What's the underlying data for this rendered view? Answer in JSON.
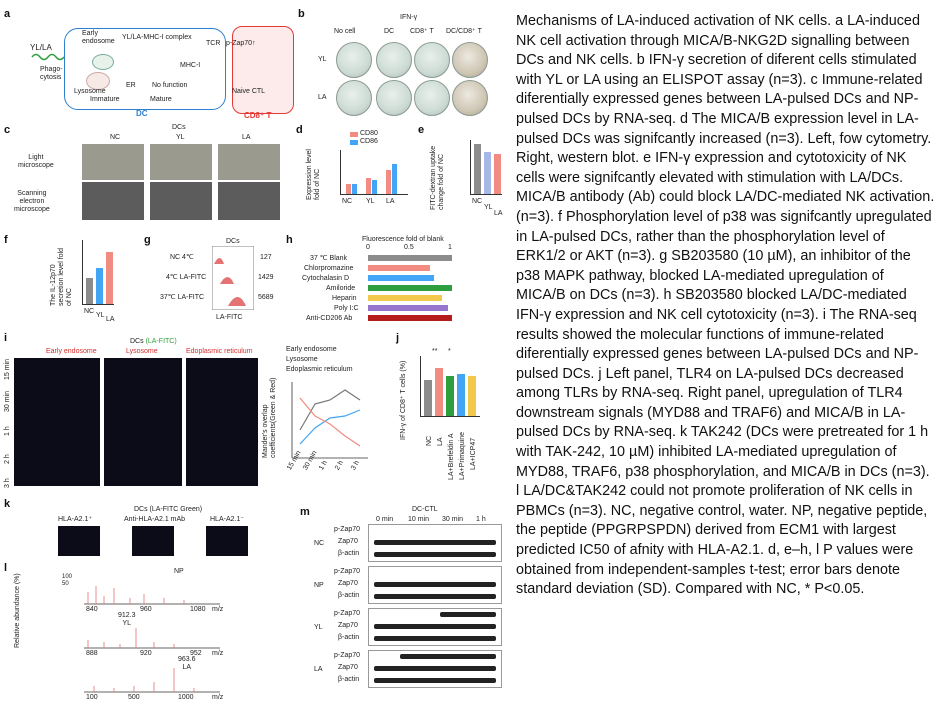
{
  "panels": {
    "a": {
      "label": "a",
      "yl_la": "YL/LA",
      "phagocytosis": "Phago-\ncytosis",
      "early_endosome": "Early\nendosome",
      "complex": "YL/LA-MHC-I complex",
      "lysosome": "Lysosome",
      "er": "ER",
      "no_function": "No function",
      "immature": "Immature",
      "mature": "Mature",
      "mhc": "MHC-I",
      "tcr": "TCR",
      "pzap": "p-Zap70↑",
      "naive": "Naive CTL",
      "dc": "DC",
      "cd8": "CD8⁺ T",
      "colors": {
        "dc_box": "#2f7fd0",
        "cd8_box": "#e53935"
      }
    },
    "b": {
      "label": "b",
      "title": "IFN-γ",
      "cols": [
        "No cell",
        "DC",
        "CD8⁺ T",
        "DC/CD8⁺ T"
      ],
      "rows": [
        "YL",
        "LA"
      ]
    },
    "c": {
      "label": "c",
      "title": "DCs",
      "cols": [
        "NC",
        "YL",
        "LA"
      ],
      "rows": [
        "Light\nmicroscope",
        "Scanning\nelectron\nmicroscope"
      ]
    },
    "d": {
      "label": "d",
      "ylabel": "Expression level\nfold of NC",
      "legend": [
        "CD80",
        "CD86"
      ],
      "categories": [
        "NC",
        "YL",
        "LA"
      ],
      "colors": [
        "#f28b82",
        "#42a5f5"
      ]
    },
    "e": {
      "label": "e",
      "ylabel": "FITC-dextran uptake\nchange fold of NC",
      "categories": [
        "NC",
        "YL",
        "LA"
      ]
    },
    "f": {
      "label": "f",
      "ylabel": "The IL-12p70\nsecretion level fold\nof NC",
      "categories": [
        "NC",
        "YL",
        "LA"
      ]
    },
    "g": {
      "label": "g",
      "title": "DCs",
      "rows": [
        "NC 4℃",
        "4℃ LA-FITC",
        "37℃ LA-FITC"
      ],
      "values": [
        "127",
        "1429",
        "5689"
      ],
      "xlabel": "LA-FITC"
    },
    "h": {
      "label": "h",
      "title": "Fluorescence fold of blank",
      "ticks": [
        "0",
        "0.5",
        "1"
      ],
      "rows": [
        "37 ℃ Blank",
        "Chlorpromazine",
        "Cytochalasin D",
        "Amiloride",
        "Heparin",
        "Poly I:C",
        "Anti-CD206 Ab"
      ]
    },
    "i": {
      "label": "i",
      "title_prefix": "DCs ",
      "title_green": "(LA-FITC)",
      "cols": [
        "Early endosome",
        "Lysosome",
        "Edoplasmic reticulum"
      ],
      "rows": [
        "15 min",
        "30 min",
        "1 h",
        "2 h",
        "3 h"
      ],
      "legend": [
        "Early endosome",
        "Lysosome",
        "Edoplasmic reticulum"
      ],
      "ylabel": "Mander's overlap\ncoefficients(Green & Red)",
      "xticks": [
        "15 min",
        "30 min",
        "1 h",
        "2 h",
        "3 h"
      ]
    },
    "j": {
      "label": "j",
      "ylabel": "IFN-γ of CD8⁺ T cells (%)",
      "categories": [
        "NC",
        "LA",
        "LA+Brefeldin A",
        "LA+Primaquine",
        "LA+ICP47"
      ],
      "sig": [
        "**",
        "*"
      ]
    },
    "k": {
      "label": "k",
      "title": "DCs (LA-FITC Green)",
      "cols": [
        "HLA-A2.1⁺",
        "Anti-HLA-A2.1 mAb",
        "HLA-A2.1⁻"
      ]
    },
    "l": {
      "label": "l",
      "ylabel": "Relative abundance (%)",
      "spectra": [
        {
          "name": "NP",
          "ticks": [
            "840",
            "960",
            "1080"
          ],
          "unit": "m/z"
        },
        {
          "name": "912.3\nYL",
          "ticks": [
            "888",
            "920",
            "952"
          ],
          "unit": "m/z"
        },
        {
          "name": "963.6\nLA",
          "ticks": [
            "100",
            "500",
            "1000"
          ],
          "unit": "m/z"
        }
      ],
      "ytick": "100\n50"
    },
    "m": {
      "label": "m",
      "title": "DC-CTL",
      "times": [
        "0 min",
        "10 min",
        "30 min",
        "1 h"
      ],
      "groups": [
        "NC",
        "NP",
        "YL",
        "LA"
      ],
      "bands": [
        "p-Zap70",
        "Zap70",
        "β-actin"
      ]
    }
  },
  "caption": "Mechanisms of LA-induced activation of NK cells. a LA-induced NK cell activation through MICA/B-NKG2D signalling between DCs and NK cells. b IFN-γ secretion of diferent cells stimulated with YL or LA using an ELISPOT assay (n=3). c Immune-related diferentially expressed genes between LA-pulsed DCs and NP-pulsed DCs by RNA-seq. d The MICA/B expression level in LA-pulsed DCs was signifcantly increased (n=3). Left, fow cytometry. Right, western blot. e IFN-γ expression and cytotoxicity of NK cells were signifcantly elevated with stimulation with LA/DCs. MICA/B antibody (Ab) could block LA/DC-mediated NK activation. (n=3). f Phosphorylation level of p38 was signifcantly upregulated in LA-pulsed DCs, rather than the phosphorylation level of ERK1/2 or AKT (n=3). g SB203580 (10 µM), an inhibitor of the p38 MAPK pathway, blocked LA-mediated upregulation of MICA/B on DCs (n=3). h SB203580 blocked LA/DC-mediated IFN-γ expression and NK cell cytotoxicity (n=3). i The RNA-seq results showed the molecular functions of immune-related diferentially expressed genes between LA-pulsed DCs and NP-pulsed DCs. j Left panel, TLR4 on LA-pulsed DCs decreased among TLRs by RNA-seq. Right panel, upregulation of TLR4 downstream signals (MYD88 and TRAF6) and MICA/B in LA-pulsed DCs by RNA-seq. k TAK242 (DCs were pretreated for 1 h with TAK-242, 10 µM) inhibited LA-mediated upregulation of MYD88, TRAF6, p38 phosphorylation, and MICA/B in DCs (n=3). l LA/DC&TAK242 could not promote proliferation of NK cells in PBMCs (n=3). NC, negative control, water. NP, negative peptide, the peptide (PPGRPSPDN) derived from ECM1 with largest predicted IC50 of afnity with HLA-A2.1. d, e–h, l P values were obtained from independent-samples t-test; error bars denote standard deviation (SD). Compared with NC, * P<0.05."
}
